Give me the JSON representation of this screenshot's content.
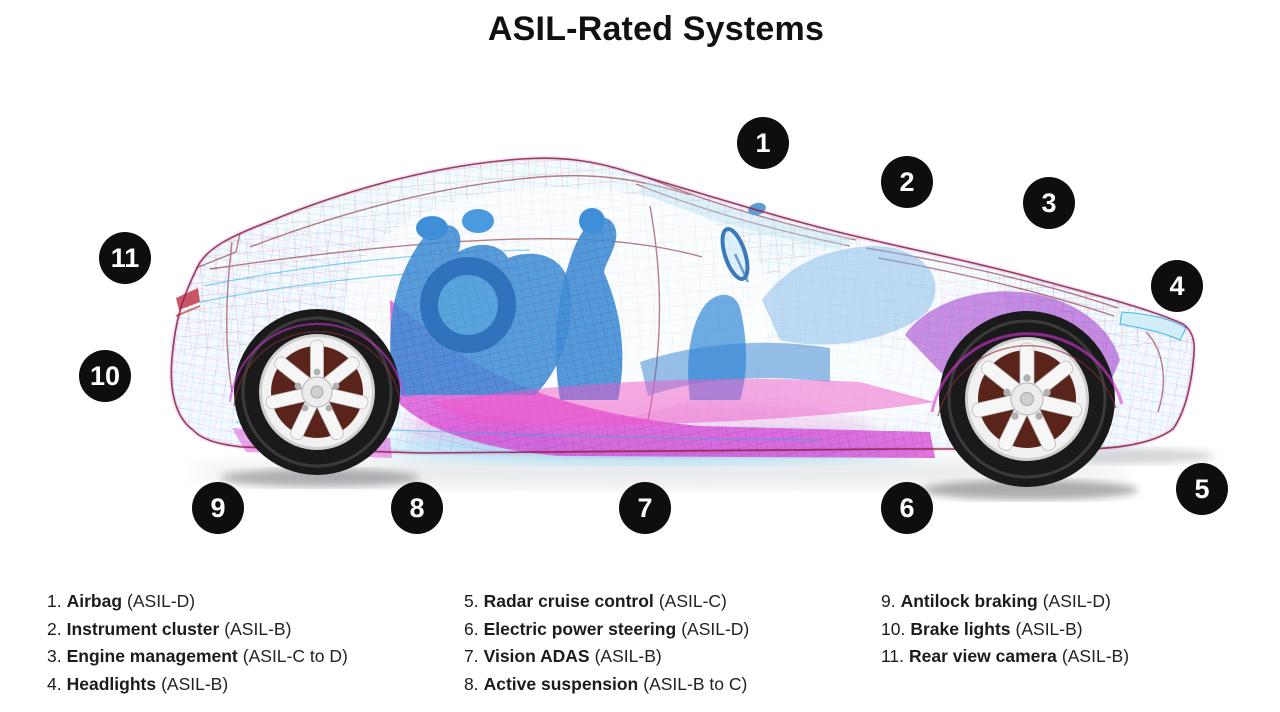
{
  "title": "ASIL-Rated Systems",
  "markers": [
    {
      "label": "1"
    },
    {
      "label": "2"
    },
    {
      "label": "3"
    },
    {
      "label": "4"
    },
    {
      "label": "5"
    },
    {
      "label": "6"
    },
    {
      "label": "7"
    },
    {
      "label": "8"
    },
    {
      "label": "9"
    },
    {
      "label": "10"
    },
    {
      "label": "11"
    }
  ],
  "legend": {
    "columns": [
      {
        "items": [
          {
            "num": "1.",
            "name": "Airbag",
            "rating": "(ASIL-D)"
          },
          {
            "num": "2.",
            "name": "Instrument cluster",
            "rating": "(ASIL-B)"
          },
          {
            "num": "3.",
            "name": "Engine management",
            "rating": "(ASIL-C to D)"
          },
          {
            "num": "4.",
            "name": "Headlights",
            "rating": "(ASIL-B)"
          }
        ]
      },
      {
        "items": [
          {
            "num": "5.",
            "name": "Radar cruise control",
            "rating": "(ASIL-C)"
          },
          {
            "num": "6.",
            "name": "Electric power steering",
            "rating": "(ASIL-D)"
          },
          {
            "num": "7.",
            "name": "Vision ADAS",
            "rating": "(ASIL-B)"
          },
          {
            "num": "8.",
            "name": "Active suspension",
            "rating": "(ASIL-B to C)"
          }
        ]
      },
      {
        "items": [
          {
            "num": "9.",
            "name": "Antilock braking",
            "rating": "(ASIL-D)"
          },
          {
            "num": "10.",
            "name": "Brake lights",
            "rating": "(ASIL-B)"
          },
          {
            "num": "11.",
            "name": "Rear view camera",
            "rating": "(ASIL-B)"
          }
        ]
      }
    ]
  },
  "palette": {
    "marker_background": "#0e0e0e",
    "marker_text": "#ffffff",
    "text": "#1a1a1a",
    "wireframe_cyan": "#2ab0e8",
    "wireframe_magenta": "#d936d9",
    "wireframe_maroon": "#8e2a3a",
    "seat_blue": "#3f8fd8",
    "floor_pink": "#ee58c8",
    "tire_black": "#1a1a1a",
    "brake_maroon": "#5a241a"
  }
}
